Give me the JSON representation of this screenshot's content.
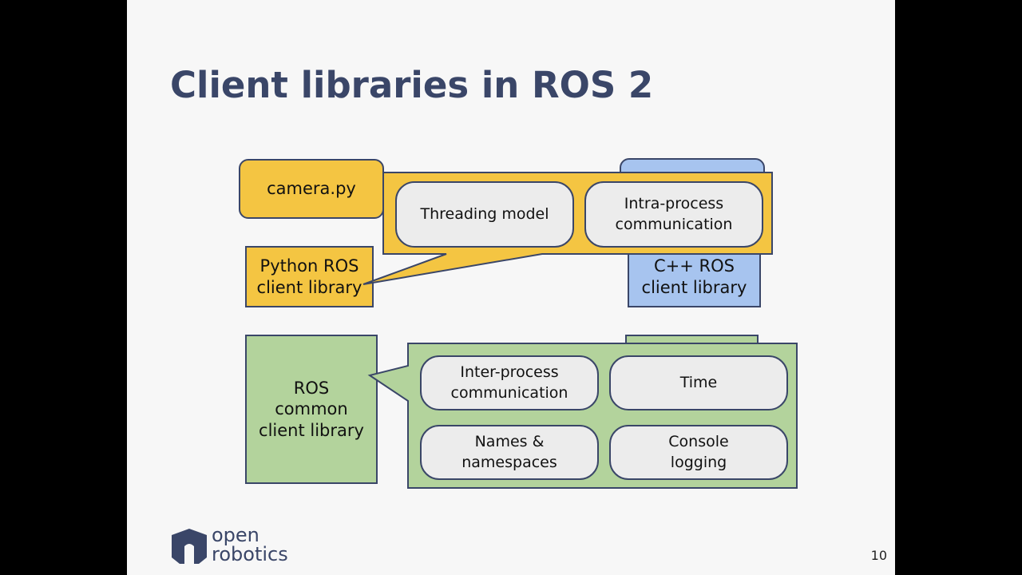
{
  "slide": {
    "title": "Client libraries in ROS 2",
    "page_number": "10"
  },
  "diagram": {
    "camera_py": "camera.py",
    "python_client": "Python ROS\nclient library",
    "cpp_client": "C++ ROS\nclient library",
    "ros_common": "ROS\ncommon\nclient library",
    "python_callout_features": [
      "Threading model",
      "Intra-process\ncommunication"
    ],
    "common_callout_features": [
      "Inter-process\ncommunication",
      "Time",
      "Names &\nnamespaces",
      "Console\nlogging"
    ]
  },
  "logo": {
    "line1": "open",
    "line2": "robotics"
  },
  "colors": {
    "title": "#3a4668",
    "python": "#f4c542",
    "cpp": "#a7c4ef",
    "common": "#b3d39c"
  }
}
